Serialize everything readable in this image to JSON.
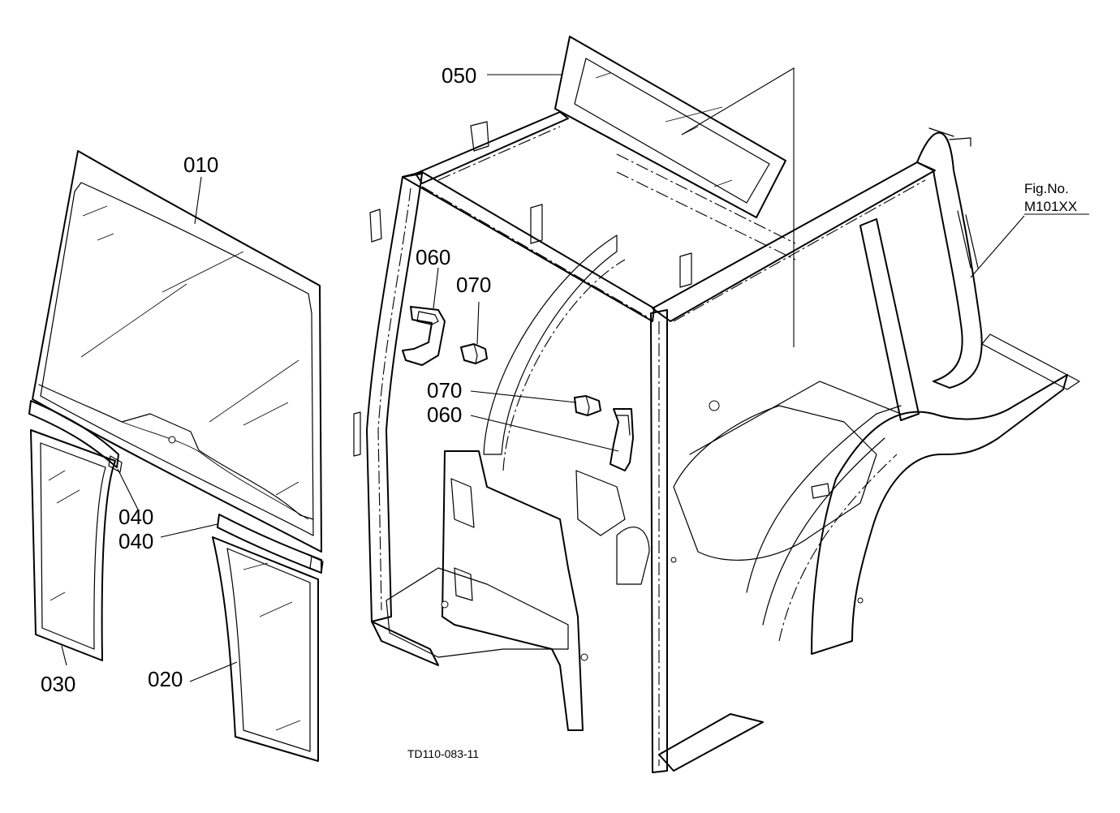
{
  "callouts": {
    "p010": "010",
    "p020": "020",
    "p030": "030",
    "p040_a": "040",
    "p040_b": "040",
    "p050": "050",
    "p060_a": "060",
    "p060_b": "060",
    "p070_a": "070",
    "p070_b": "070"
  },
  "figure_ref": {
    "line1": "Fig.No.",
    "line2": "M101XX"
  },
  "drawing_code": "TD110-083-11"
}
